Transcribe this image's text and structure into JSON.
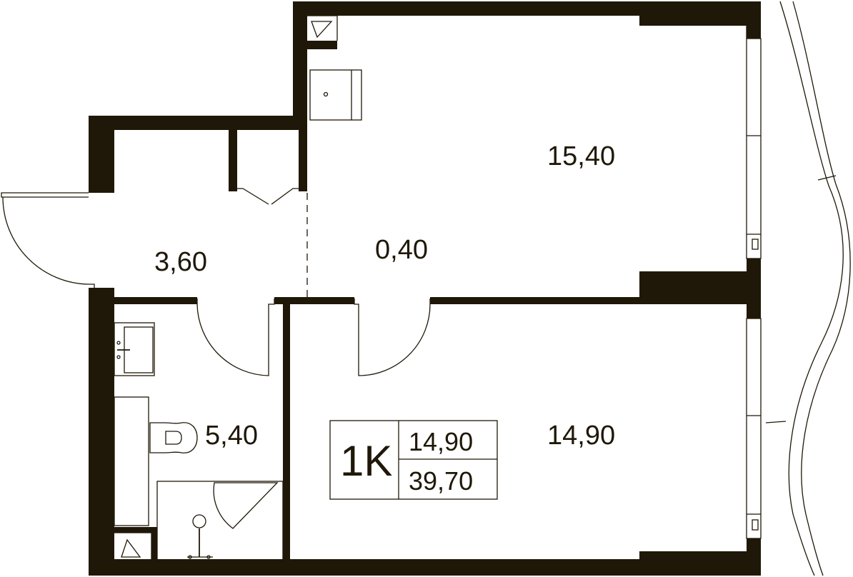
{
  "plan": {
    "rooms": [
      {
        "id": "living-room",
        "area": "15,40"
      },
      {
        "id": "corridor",
        "area": "0,40"
      },
      {
        "id": "hallway",
        "area": "3,60"
      },
      {
        "id": "bathroom",
        "area": "5,40"
      },
      {
        "id": "bedroom",
        "area": "14,90"
      }
    ],
    "summary": {
      "type_code": "1K",
      "living_area": "14,90",
      "total_area": "39,70"
    },
    "colors": {
      "wall": "#1f1808",
      "background": "#ffffff"
    }
  }
}
